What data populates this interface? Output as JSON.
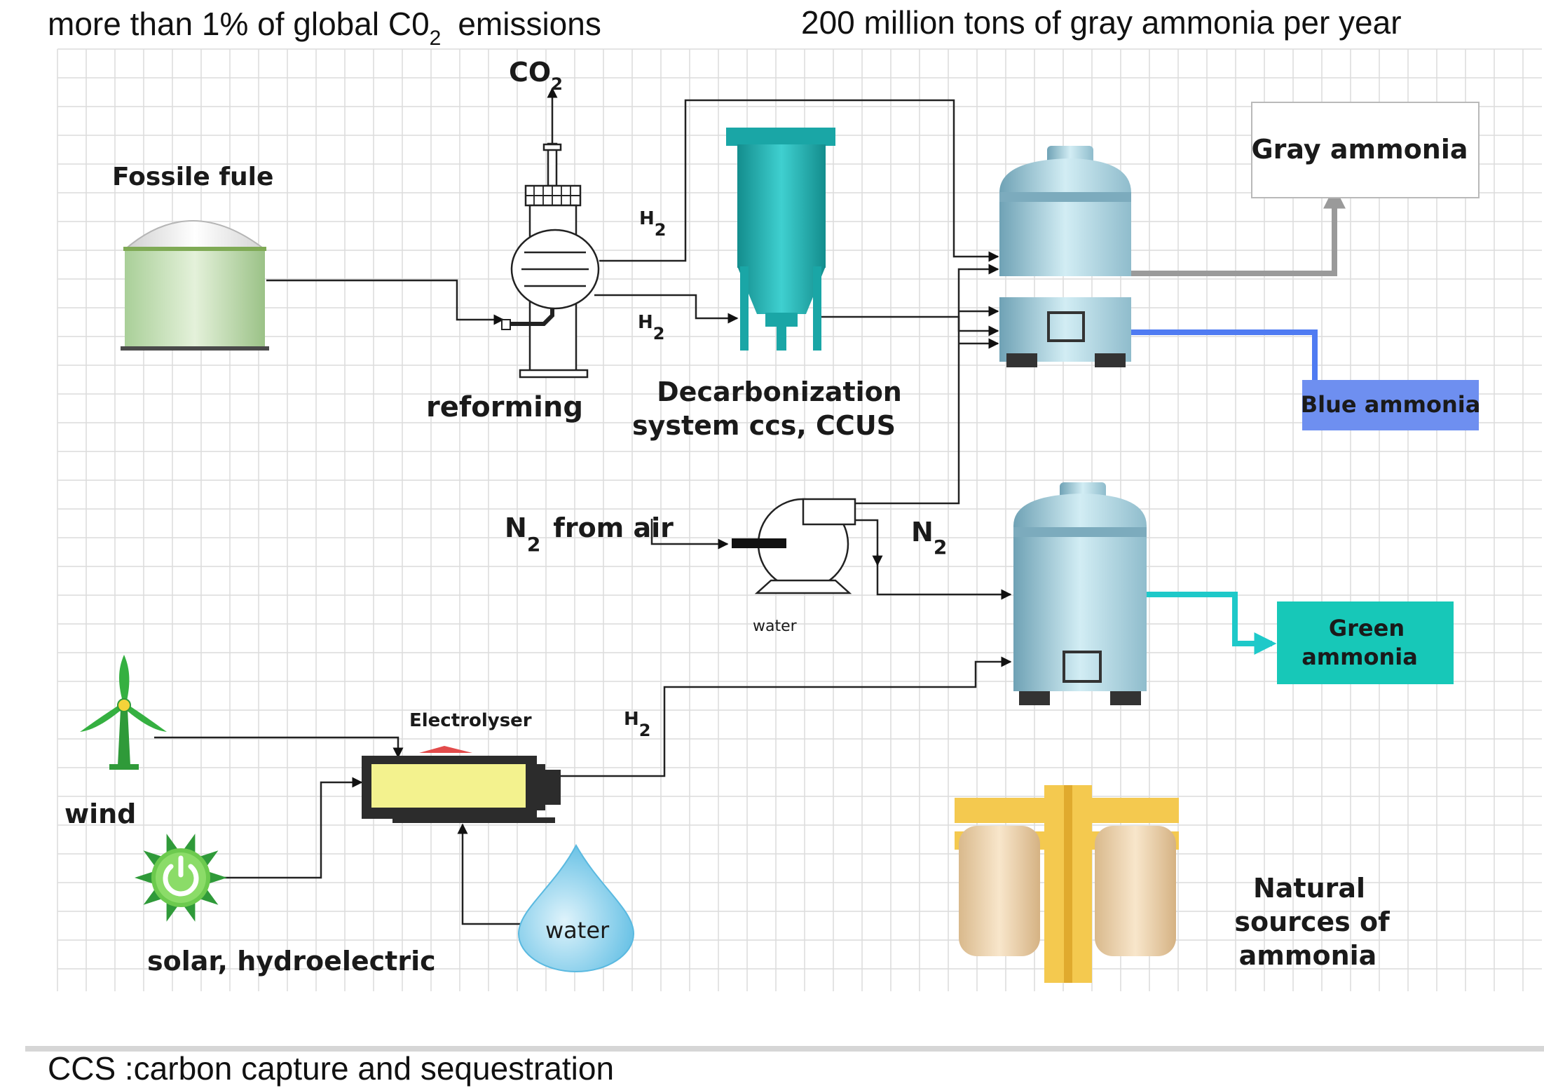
{
  "headings": {
    "emissions_pre": "more than 1% of global C0",
    "emissions_sub": "2",
    "emissions_post": "emissions",
    "production": "200 million tons of gray ammonia per year"
  },
  "footer": {
    "ccs_note": "CCS :carbon capture and sequestration"
  },
  "labels": {
    "co2_main": "CO",
    "co2_sub": "2",
    "fossile_fuel": "Fossile fule",
    "reforming": "reforming",
    "h2_upper_main": "H",
    "h2_upper_sub": "2",
    "h2_lower_main": "H",
    "h2_lower_sub": "2",
    "decarb_line1": "Decarbonization",
    "decarb_line2": "system ccs, CCUS",
    "gray_ammonia": "Gray ammonia",
    "blue_ammonia": "Blue ammonia",
    "n2_air_main": "N",
    "n2_air_sub": "2",
    "n2_air_post": "from air",
    "n2_main": "N",
    "n2_sub": "2",
    "water_pump": "water",
    "green_line1": "Green",
    "green_line2": "ammonia",
    "electrolyser": "Electrolyser",
    "h2_electro_main": "H",
    "h2_electro_sub": "2",
    "wind": "wind",
    "solar": "solar, hydroelectric",
    "water_drop": "water",
    "natural_line1": "Natural",
    "natural_line2": "sources of",
    "natural_line3": "ammonia"
  },
  "colors": {
    "gray_line": "#9a9a9a",
    "blue_fill": "#6e8ff0",
    "blue_line": "#4f7bf2",
    "green_fill": "#17c8b8",
    "green_line": "#1ec9c9",
    "tank": "#8fbccc",
    "tower": "#1aa6a6",
    "grid": "#dcdcdc"
  }
}
